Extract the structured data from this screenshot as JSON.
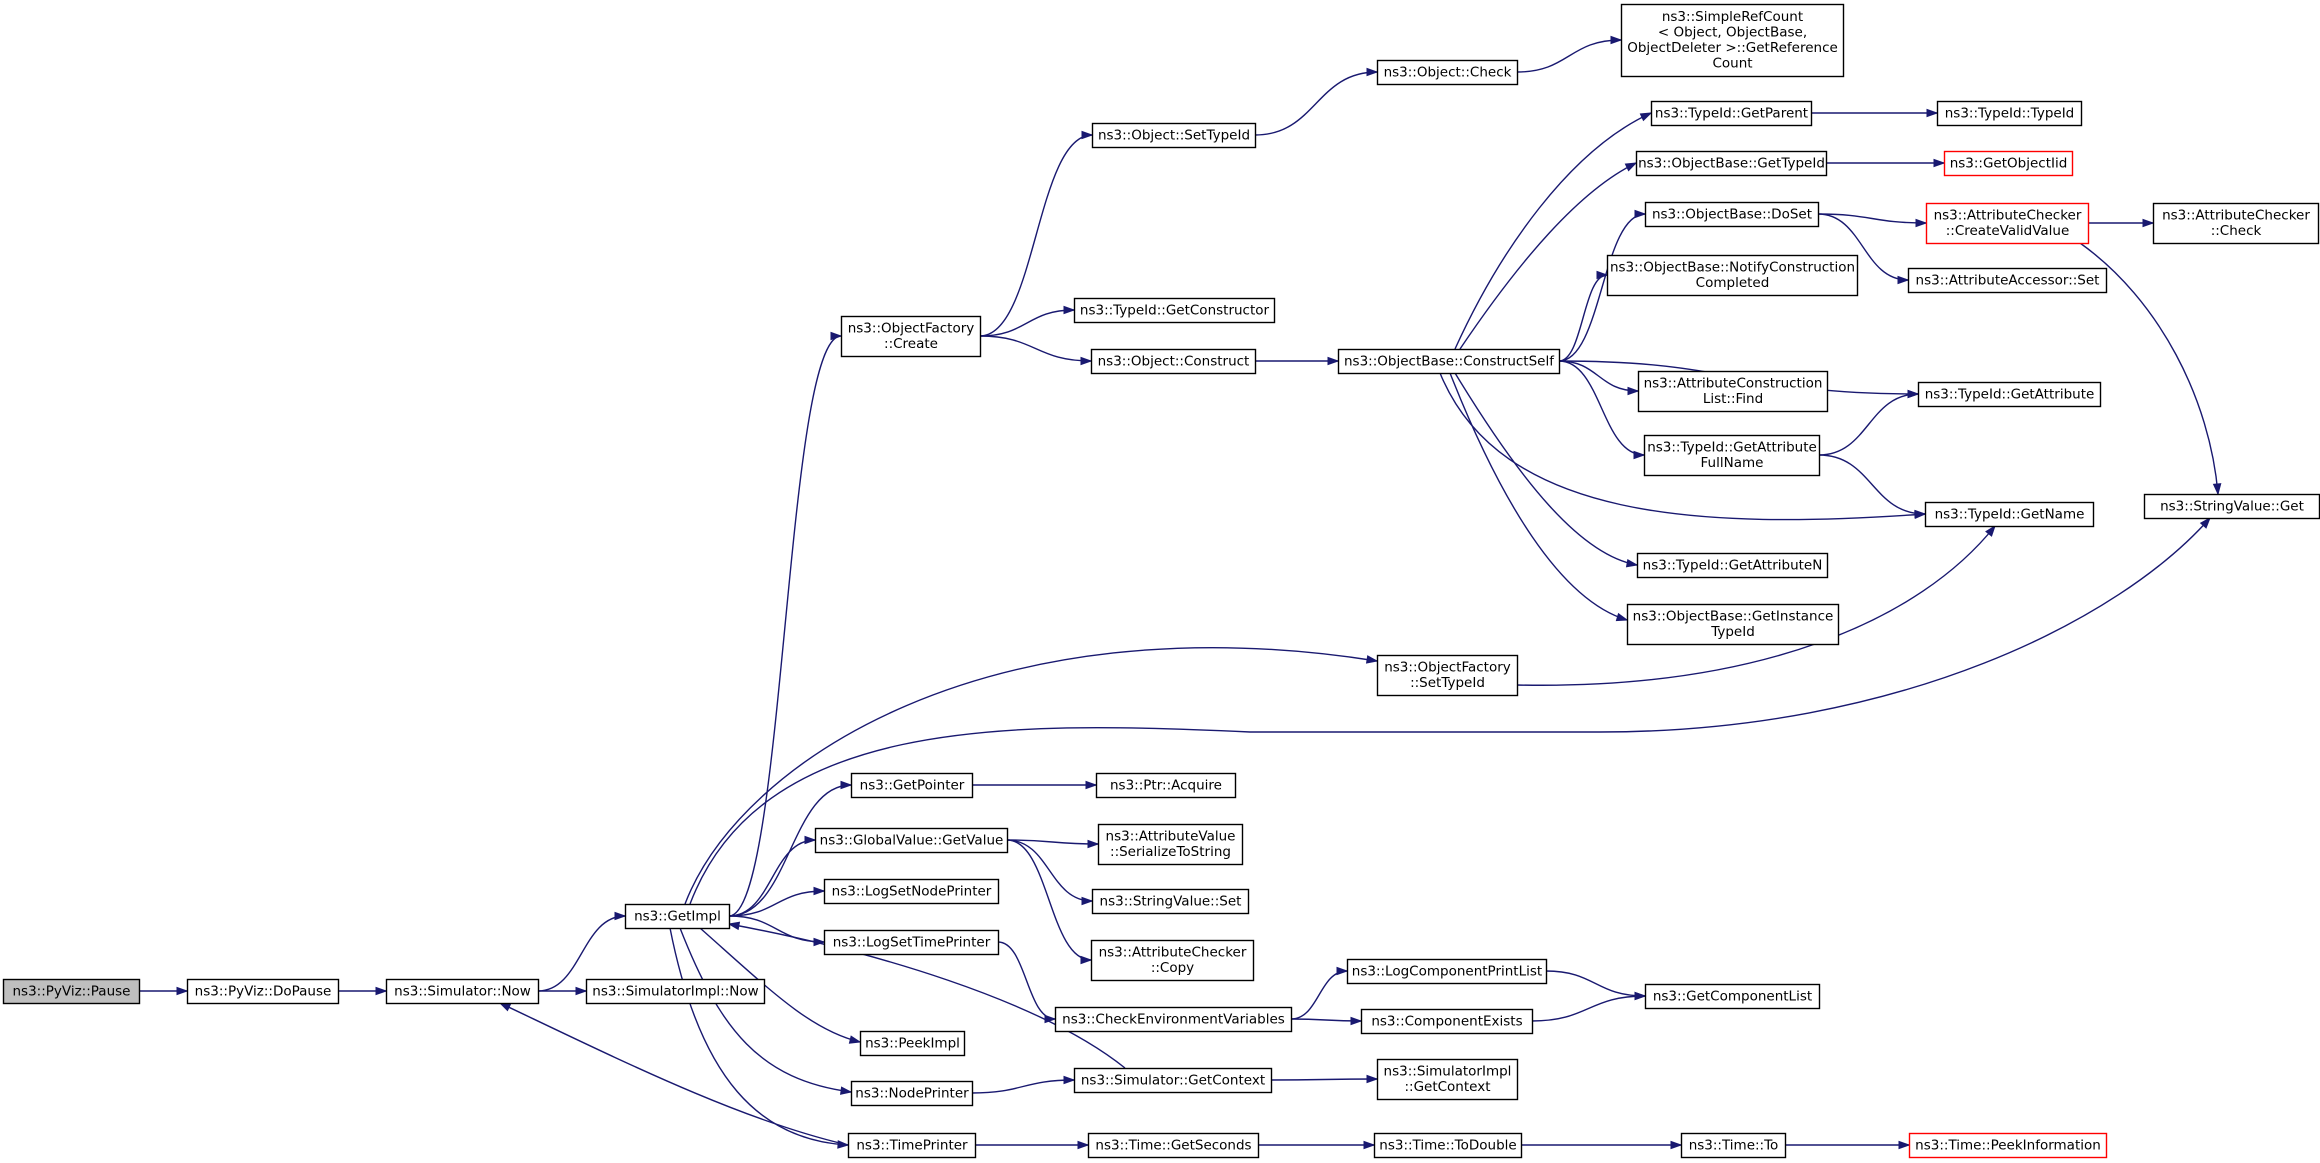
{
  "graph": {
    "title": "",
    "colors": {
      "edge": "#191970",
      "root_fill": "#bfbfbf",
      "node_border": "#000000",
      "truncated_border": "#ff0000"
    },
    "nodes": [
      {
        "id": "pyviz_pause",
        "lines": [
          "ns3::PyViz::Pause"
        ],
        "style": "root"
      },
      {
        "id": "pyviz_dopause",
        "lines": [
          "ns3::PyViz::DoPause"
        ]
      },
      {
        "id": "sim_now",
        "lines": [
          "ns3::Simulator::Now"
        ]
      },
      {
        "id": "simimpl_now",
        "lines": [
          "ns3::SimulatorImpl::Now"
        ]
      },
      {
        "id": "getimpl",
        "lines": [
          "ns3::GetImpl"
        ]
      },
      {
        "id": "of_create",
        "lines": [
          "ns3::ObjectFactory",
          "::Create"
        ]
      },
      {
        "id": "obj_settypeid",
        "lines": [
          "ns3::Object::SetTypeId"
        ]
      },
      {
        "id": "obj_check",
        "lines": [
          "ns3::Object::Check"
        ]
      },
      {
        "id": "srefcount",
        "lines": [
          "ns3::SimpleRefCount",
          "< Object, ObjectBase,",
          "ObjectDeleter >::GetReference",
          "Count"
        ]
      },
      {
        "id": "tid_getconstructor",
        "lines": [
          "ns3::TypeId::GetConstructor"
        ]
      },
      {
        "id": "obj_construct",
        "lines": [
          "ns3::Object::Construct"
        ]
      },
      {
        "id": "ob_constructself",
        "lines": [
          "ns3::ObjectBase::ConstructSelf"
        ]
      },
      {
        "id": "tid_getparent",
        "lines": [
          "ns3::TypeId::GetParent"
        ]
      },
      {
        "id": "tid_typeid",
        "lines": [
          "ns3::TypeId::TypeId"
        ]
      },
      {
        "id": "ob_gettypeid",
        "lines": [
          "ns3::ObjectBase::GetTypeId"
        ]
      },
      {
        "id": "getobjectiid",
        "lines": [
          "ns3::GetObjectIid"
        ],
        "style": "red"
      },
      {
        "id": "ob_doset",
        "lines": [
          "ns3::ObjectBase::DoSet"
        ]
      },
      {
        "id": "ac_createvalid",
        "lines": [
          "ns3::AttributeChecker",
          "::CreateValidValue"
        ],
        "style": "red"
      },
      {
        "id": "ac_check",
        "lines": [
          "ns3::AttributeChecker",
          "::Check"
        ]
      },
      {
        "id": "aa_set",
        "lines": [
          "ns3::AttributeAccessor::Set"
        ]
      },
      {
        "id": "ob_notify",
        "lines": [
          "ns3::ObjectBase::NotifyConstruction",
          "Completed"
        ]
      },
      {
        "id": "acl_find",
        "lines": [
          "ns3::AttributeConstruction",
          "List::Find"
        ]
      },
      {
        "id": "tid_getattribute",
        "lines": [
          "ns3::TypeId::GetAttribute"
        ]
      },
      {
        "id": "tid_getattrfullname",
        "lines": [
          "ns3::TypeId::GetAttribute",
          "FullName"
        ]
      },
      {
        "id": "tid_getname",
        "lines": [
          "ns3::TypeId::GetName"
        ]
      },
      {
        "id": "stringvalue_get",
        "lines": [
          "ns3::StringValue::Get"
        ]
      },
      {
        "id": "tid_getattributen",
        "lines": [
          "ns3::TypeId::GetAttributeN"
        ]
      },
      {
        "id": "ob_getinstance",
        "lines": [
          "ns3::ObjectBase::GetInstance",
          "TypeId"
        ]
      },
      {
        "id": "of_settypeid",
        "lines": [
          "ns3::ObjectFactory",
          "::SetTypeId"
        ]
      },
      {
        "id": "getpointer",
        "lines": [
          "ns3::GetPointer"
        ]
      },
      {
        "id": "ptr_acquire",
        "lines": [
          "ns3::Ptr::Acquire"
        ]
      },
      {
        "id": "gv_getvalue",
        "lines": [
          "ns3::GlobalValue::GetValue"
        ]
      },
      {
        "id": "av_serialize",
        "lines": [
          "ns3::AttributeValue",
          "::SerializeToString"
        ]
      },
      {
        "id": "stringvalue_set",
        "lines": [
          "ns3::StringValue::Set"
        ]
      },
      {
        "id": "logsetnodeprinter",
        "lines": [
          "ns3::LogSetNodePrinter"
        ]
      },
      {
        "id": "ac_copy",
        "lines": [
          "ns3::AttributeChecker",
          "::Copy"
        ]
      },
      {
        "id": "logsettimeprinter",
        "lines": [
          "ns3::LogSetTimePrinter"
        ]
      },
      {
        "id": "checkenv",
        "lines": [
          "ns3::CheckEnvironmentVariables"
        ]
      },
      {
        "id": "logcompprintlist",
        "lines": [
          "ns3::LogComponentPrintList"
        ]
      },
      {
        "id": "getcomponentlist",
        "lines": [
          "ns3::GetComponentList"
        ]
      },
      {
        "id": "componentexists",
        "lines": [
          "ns3::ComponentExists"
        ]
      },
      {
        "id": "peekimpl",
        "lines": [
          "ns3::PeekImpl"
        ]
      },
      {
        "id": "nodeprinter",
        "lines": [
          "ns3::NodePrinter"
        ]
      },
      {
        "id": "sim_getcontext",
        "lines": [
          "ns3::Simulator::GetContext"
        ]
      },
      {
        "id": "simimpl_getcontext",
        "lines": [
          "ns3::SimulatorImpl",
          "::GetContext"
        ]
      },
      {
        "id": "timeprinter",
        "lines": [
          "ns3::TimePrinter"
        ]
      },
      {
        "id": "time_getseconds",
        "lines": [
          "ns3::Time::GetSeconds"
        ]
      },
      {
        "id": "time_todouble",
        "lines": [
          "ns3::Time::ToDouble"
        ]
      },
      {
        "id": "time_to",
        "lines": [
          "ns3::Time::To"
        ]
      },
      {
        "id": "time_peekinfo",
        "lines": [
          "ns3::Time::PeekInformation"
        ],
        "style": "red"
      }
    ],
    "edges": [
      {
        "from": "pyviz_pause",
        "to": "pyviz_dopause"
      },
      {
        "from": "pyviz_dopause",
        "to": "sim_now"
      },
      {
        "from": "sim_now",
        "to": "simimpl_now"
      },
      {
        "from": "sim_now",
        "to": "getimpl"
      },
      {
        "from": "getimpl",
        "to": "of_create"
      },
      {
        "from": "of_create",
        "to": "obj_settypeid"
      },
      {
        "from": "obj_settypeid",
        "to": "obj_check"
      },
      {
        "from": "obj_check",
        "to": "srefcount"
      },
      {
        "from": "of_create",
        "to": "tid_getconstructor"
      },
      {
        "from": "of_create",
        "to": "obj_construct"
      },
      {
        "from": "obj_construct",
        "to": "ob_constructself"
      },
      {
        "from": "ob_constructself",
        "to": "tid_getparent"
      },
      {
        "from": "tid_getparent",
        "to": "tid_typeid"
      },
      {
        "from": "ob_constructself",
        "to": "ob_gettypeid"
      },
      {
        "from": "ob_gettypeid",
        "to": "getobjectiid"
      },
      {
        "from": "ob_constructself",
        "to": "ob_doset"
      },
      {
        "from": "ob_doset",
        "to": "ac_createvalid"
      },
      {
        "from": "ac_createvalid",
        "to": "ac_check"
      },
      {
        "from": "ac_createvalid",
        "to": "stringvalue_get"
      },
      {
        "from": "ob_doset",
        "to": "aa_set"
      },
      {
        "from": "ob_constructself",
        "to": "ob_notify"
      },
      {
        "from": "ob_constructself",
        "to": "acl_find"
      },
      {
        "from": "ob_constructself",
        "to": "tid_getattribute"
      },
      {
        "from": "ob_constructself",
        "to": "tid_getattrfullname"
      },
      {
        "from": "tid_getattrfullname",
        "to": "tid_getattribute"
      },
      {
        "from": "tid_getattrfullname",
        "to": "tid_getname"
      },
      {
        "from": "ob_constructself",
        "to": "tid_getname"
      },
      {
        "from": "ob_constructself",
        "to": "tid_getattributen"
      },
      {
        "from": "ob_constructself",
        "to": "ob_getinstance"
      },
      {
        "from": "getimpl",
        "to": "of_settypeid"
      },
      {
        "from": "of_settypeid",
        "to": "tid_getname"
      },
      {
        "from": "getimpl",
        "to": "stringvalue_get"
      },
      {
        "from": "getimpl",
        "to": "getpointer"
      },
      {
        "from": "getpointer",
        "to": "ptr_acquire"
      },
      {
        "from": "getimpl",
        "to": "gv_getvalue"
      },
      {
        "from": "gv_getvalue",
        "to": "av_serialize"
      },
      {
        "from": "gv_getvalue",
        "to": "stringvalue_set"
      },
      {
        "from": "gv_getvalue",
        "to": "ac_copy"
      },
      {
        "from": "getimpl",
        "to": "logsetnodeprinter"
      },
      {
        "from": "getimpl",
        "to": "logsettimeprinter"
      },
      {
        "from": "logsettimeprinter",
        "to": "checkenv"
      },
      {
        "from": "checkenv",
        "to": "logcompprintlist"
      },
      {
        "from": "logcompprintlist",
        "to": "getcomponentlist"
      },
      {
        "from": "checkenv",
        "to": "componentexists"
      },
      {
        "from": "componentexists",
        "to": "getcomponentlist"
      },
      {
        "from": "getimpl",
        "to": "peekimpl"
      },
      {
        "from": "getimpl",
        "to": "nodeprinter"
      },
      {
        "from": "nodeprinter",
        "to": "sim_getcontext"
      },
      {
        "from": "sim_getcontext",
        "to": "getimpl"
      },
      {
        "from": "sim_getcontext",
        "to": "simimpl_getcontext"
      },
      {
        "from": "getimpl",
        "to": "timeprinter"
      },
      {
        "from": "timeprinter",
        "to": "sim_now"
      },
      {
        "from": "timeprinter",
        "to": "time_getseconds"
      },
      {
        "from": "time_getseconds",
        "to": "time_todouble"
      },
      {
        "from": "time_todouble",
        "to": "time_to"
      },
      {
        "from": "time_to",
        "to": "time_peekinfo"
      }
    ]
  }
}
